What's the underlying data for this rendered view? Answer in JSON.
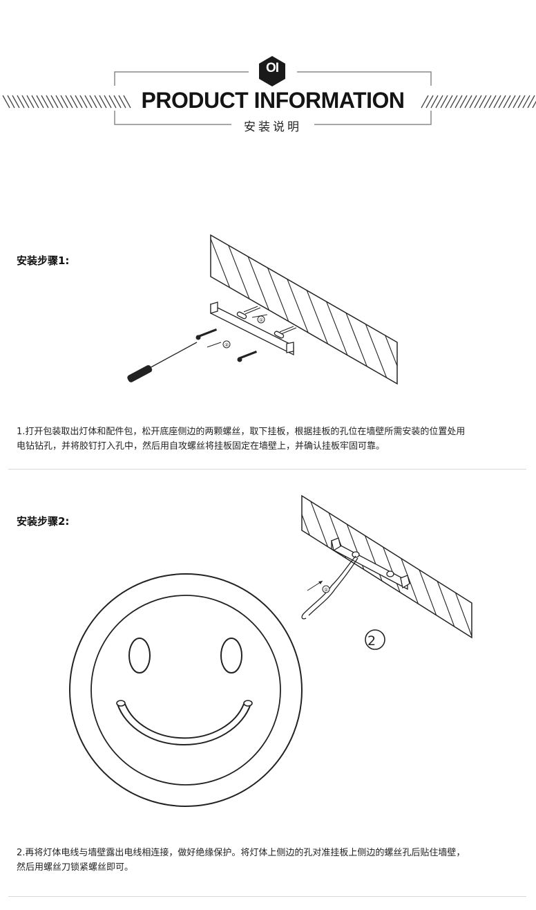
{
  "header": {
    "badge": "OI",
    "title": "PRODUCT INFORMATION",
    "subtitle": "安装说明"
  },
  "steps": [
    {
      "title": "安装步骤1:",
      "description_line1": "1.打开包装取出灯体和配件包，松开底座侧边的两颗螺丝，取下挂板，根据挂板的孔位在墙壁所需安装的位置处用",
      "description_line2": "电钻钻孔，并将胶钉打入孔中，然后用自攻螺丝将挂板固定在墙壁上，并确认挂板牢固可靠。",
      "callouts": [
        "①",
        "②"
      ]
    },
    {
      "title": "安装步骤2:",
      "description_line1": "2.再将灯体电线与墙壁露出电线相连接，做好绝缘保护。将灯体上侧边的孔对准挂板上侧边的螺丝孔后贴住墙壁，",
      "description_line2": "然后用螺丝刀锁紧螺丝即可。",
      "callouts": [
        "①",
        "②"
      ]
    }
  ],
  "colors": {
    "ink": "#141414",
    "divider": "#d8d8d8",
    "badge": "#1a1a1a"
  }
}
